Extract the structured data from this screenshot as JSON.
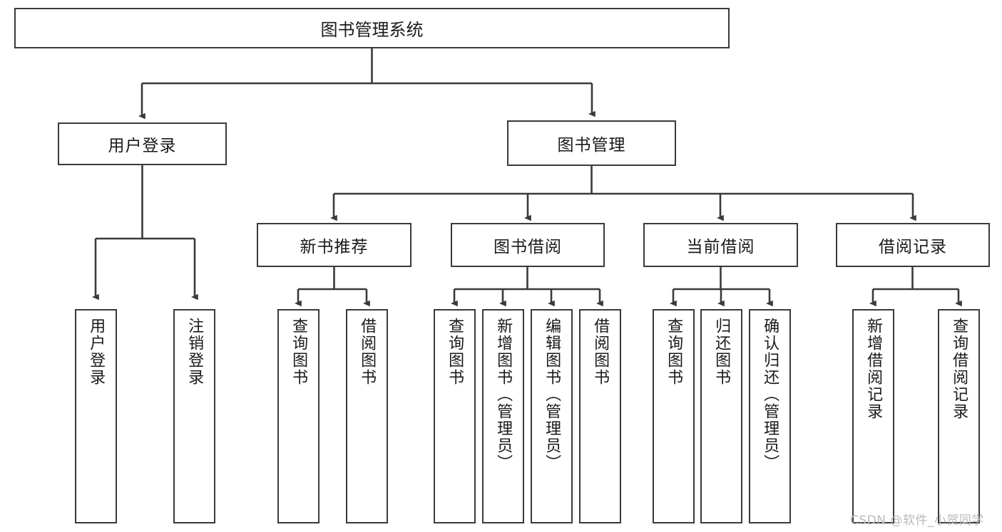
{
  "diagram": {
    "type": "tree-hierarchy",
    "title": "图书管理系统",
    "watermark": "CSDN @软件_小贺同学",
    "colors": {
      "node_border": "#3a3a3a",
      "node_fill": "#ffffff",
      "connector": "#3a3a3a",
      "text": "#1a1a1a",
      "watermark": "#b9b9b9"
    },
    "levels": {
      "root": {
        "label": "图书管理系统"
      },
      "level2": [
        {
          "label": "用户登录"
        },
        {
          "label": "图书管理"
        }
      ],
      "level3": [
        {
          "label": "新书推荐"
        },
        {
          "label": "图书借阅"
        },
        {
          "label": "当前借阅"
        },
        {
          "label": "借阅记录"
        }
      ]
    },
    "leaves": {
      "user_login": [
        {
          "label": "用户登录"
        },
        {
          "label": "注销登录"
        }
      ],
      "new_book_recommend": [
        {
          "label": "查询图书"
        },
        {
          "label": "借阅图书"
        }
      ],
      "book_borrow": [
        {
          "label": "查询图书"
        },
        {
          "label": "新增图书（管理员）"
        },
        {
          "label": "编辑图书（管理员）"
        },
        {
          "label": "借阅图书"
        }
      ],
      "current_borrow": [
        {
          "label": "查询图书"
        },
        {
          "label": "归还图书"
        },
        {
          "label": "确认归还（管理员）"
        }
      ],
      "borrow_records": [
        {
          "label": "新增借阅记录"
        },
        {
          "label": "查询借阅记录"
        }
      ]
    }
  }
}
